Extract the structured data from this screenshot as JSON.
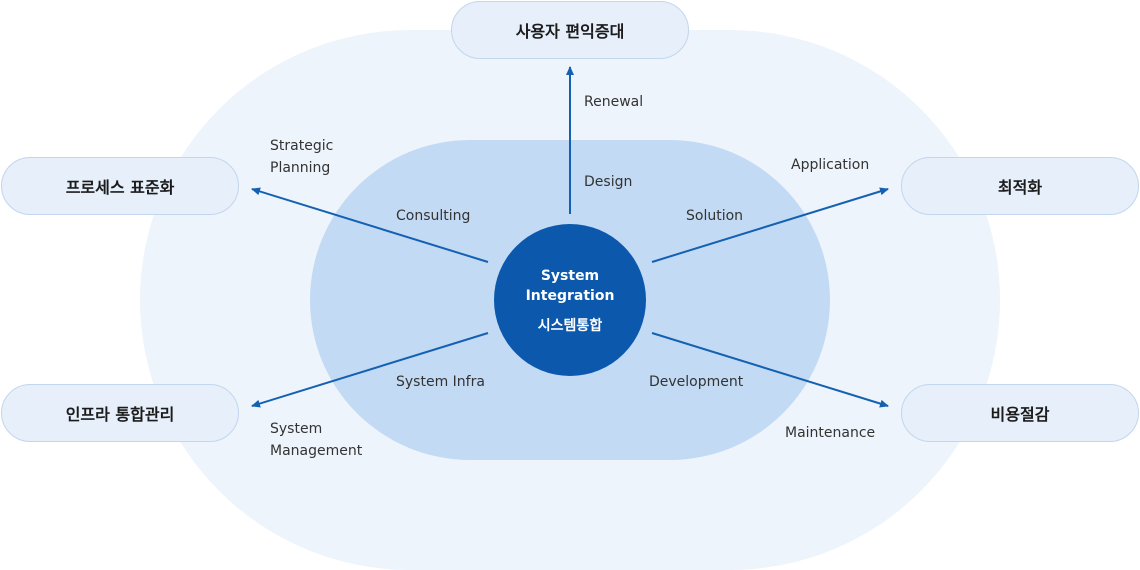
{
  "hub": {
    "english": "System\nIntegration",
    "korean": "시스템통합"
  },
  "outcomes": {
    "top": "사용자 편익증대",
    "left_upper": "프로세스 표준화",
    "left_lower": "인프라 통합관리",
    "right_upper": "최적화",
    "right_lower": "비용절감"
  },
  "inner_labels": {
    "design": "Design",
    "consulting": "Consulting",
    "solution": "Solution",
    "infra": "System Infra",
    "development": "Development"
  },
  "outer_labels": {
    "renewal": "Renewal",
    "strategic": "Strategic\nPlanning",
    "application": "Application",
    "management": "System\nManagement",
    "maintenance": "Maintenance"
  },
  "colors": {
    "hub": "#0b58ad",
    "arrow": "#1461b3",
    "inner_area": "#c3daf4",
    "outer_area": "#eef4fc"
  }
}
